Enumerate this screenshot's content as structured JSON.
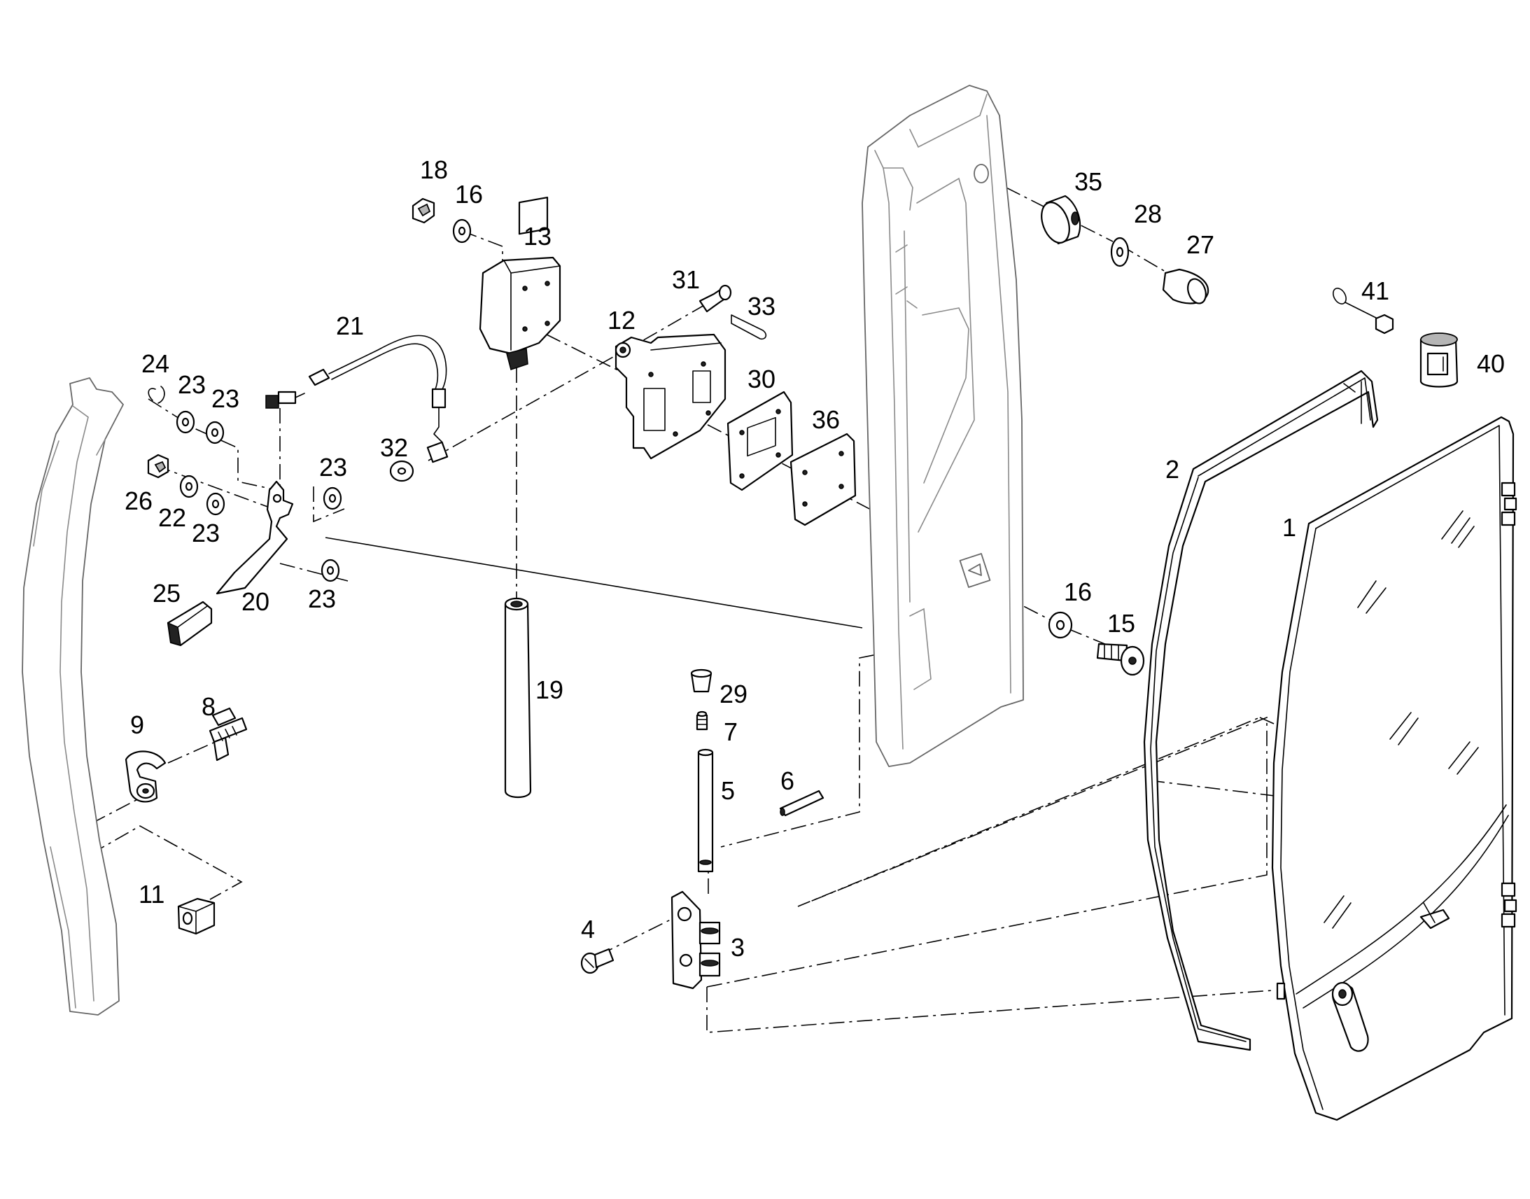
{
  "callouts": {
    "c1": "1",
    "c2": "2",
    "c3": "3",
    "c4": "4",
    "c5": "5",
    "c6": "6",
    "c7": "7",
    "c8": "8",
    "c9": "9",
    "c11": "11",
    "c12": "12",
    "c13": "13",
    "c15": "15",
    "c16a": "16",
    "c16b": "16",
    "c18": "18",
    "c19": "19",
    "c20": "20",
    "c21": "21",
    "c22": "22",
    "c23a": "23",
    "c23b": "23",
    "c23c": "23",
    "c23d": "23",
    "c23e": "23",
    "c24": "24",
    "c25": "25",
    "c26": "26",
    "c27": "27",
    "c28": "28",
    "c29": "29",
    "c30": "30",
    "c31": "31",
    "c32": "32",
    "c33": "33",
    "c35": "35",
    "c36": "36",
    "c40": "40",
    "c41": "41"
  }
}
